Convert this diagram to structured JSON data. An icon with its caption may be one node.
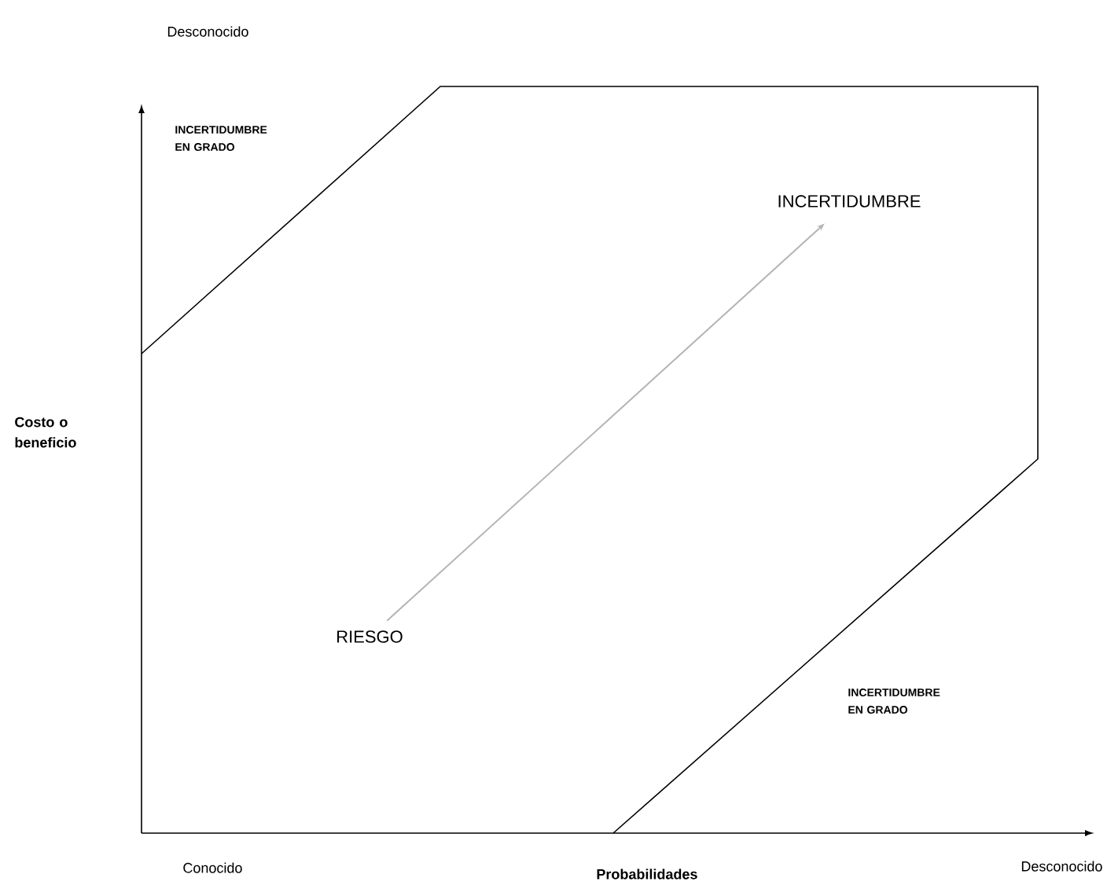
{
  "diagram": {
    "nodes": [
      {
        "text": [
          "RIESGO"
        ]
      },
      {
        "text": [
          "INCERTIDUMBRE"
        ]
      }
    ],
    "edges": [
      {
        "from": 0,
        "to": 1,
        "arrow": "to",
        "color": "#b4b4b4"
      }
    ],
    "labels": [
      "Desconocido",
      "INCERTIDUMBRE EN GRADO",
      "Costo o beneficio",
      "INCERTIDUMBRE EN GRADO",
      "Conocido",
      "Probabilidades",
      "Desconocido"
    ]
  }
}
